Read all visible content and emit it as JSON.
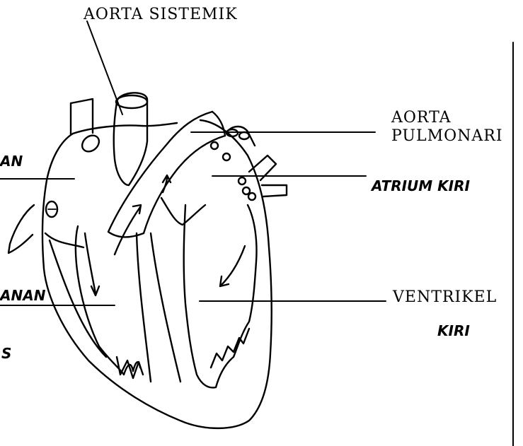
{
  "labels": {
    "aorta_sistemik": "AORTA SISTEMIK",
    "aorta_line1": "AORTA",
    "aorta_line2": "PULMONARI",
    "atrium_kiri": "ATRIUM KIRI",
    "ventrikel": "VENTRIKEL",
    "ventrikel_kiri": "KIRI",
    "left_partial_1": "AN",
    "left_partial_2": "ANAN",
    "left_partial_3": "S"
  },
  "colors": {
    "ink": "#000000",
    "paper": "#ffffff"
  }
}
